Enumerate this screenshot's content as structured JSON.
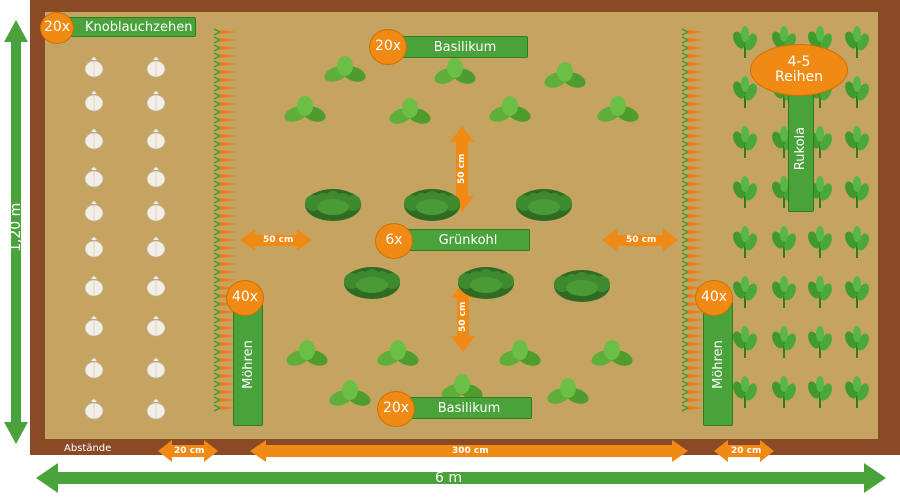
{
  "labels": {
    "knoblauch": {
      "count": "20x",
      "name": "Knoblauchzehen"
    },
    "basil_top": {
      "count": "20x",
      "name": "Basilikum"
    },
    "basil_bottom": {
      "count": "20x",
      "name": "Basilikum"
    },
    "gruenkohl": {
      "count": "6x",
      "name": "Grünkohl"
    },
    "moehren_left": {
      "count": "40x",
      "name": "Möhren"
    },
    "moehren_right": {
      "count": "40x",
      "name": "Möhren"
    },
    "rukola": {
      "count": "4-5\nReihen",
      "name": "Rukola"
    }
  },
  "dimensions": {
    "height": "1,20 m",
    "width": "6 m",
    "spacing_title": "Abstände",
    "left_gap": "20 cm",
    "middle_gap": "300 cm",
    "right_gap": "20 cm",
    "horiz_left": "50 cm",
    "horiz_right": "50 cm",
    "vert_top": "50 cm",
    "vert_bottom": "50 cm"
  },
  "colors": {
    "soil": "#c5a361",
    "frame": "#8a4a26",
    "green": "#4aa23a",
    "orange": "#f08a14"
  },
  "icons": [
    "garlic-icon",
    "carrot-icon",
    "basil-icon",
    "kale-icon",
    "arugula-icon"
  ]
}
